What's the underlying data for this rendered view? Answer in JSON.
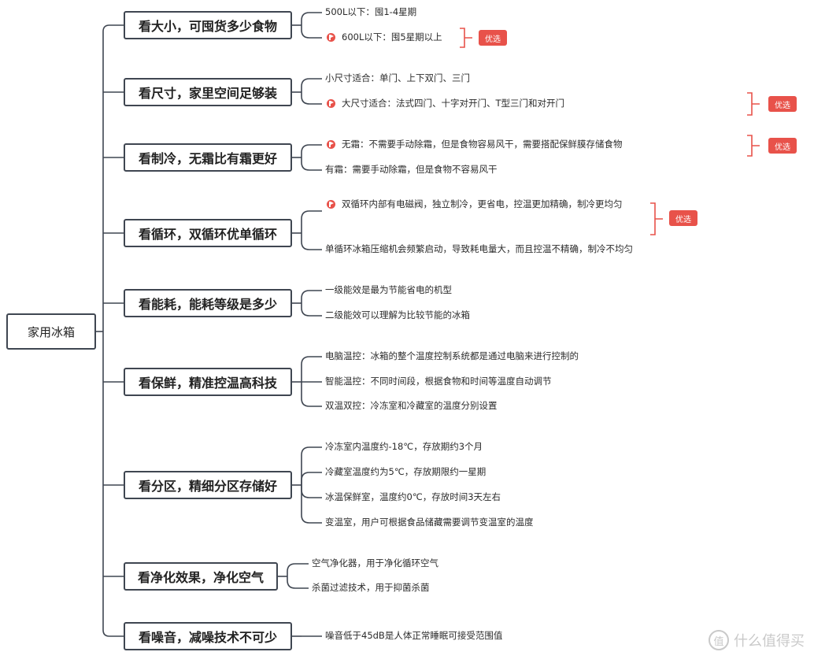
{
  "root": "家用冰箱",
  "branches": [
    {
      "label": "看大小，可囤货多少食物",
      "items": [
        {
          "text": "500L以下：囤1-4星期",
          "flag": false
        },
        {
          "text": "600L以下：囤5星期以上",
          "flag": true,
          "tag": "优选"
        }
      ]
    },
    {
      "label": "看尺寸，家里空间足够装",
      "items": [
        {
          "text": "小尺寸适合：单门、上下双门、三门",
          "flag": false
        },
        {
          "text": "大尺寸适合：法式四门、十字对开门、T型三门和对开门",
          "flag": true,
          "tag": "优选"
        }
      ]
    },
    {
      "label": "看制冷，无霜比有霜更好",
      "items": [
        {
          "text": "无霜：不需要手动除霜，但是食物容易风干，需要搭配保鲜膜存储食物",
          "flag": true,
          "tag": "优选"
        },
        {
          "text": "有霜：需要手动除霜，但是食物不容易风干",
          "flag": false
        }
      ]
    },
    {
      "label": "看循环，双循环优单循环",
      "items": [
        {
          "text": "双循环内部有电磁阀，独立制冷，更省电，控温更加精确，制冷更均匀",
          "flag": true,
          "tag": "优选"
        },
        {
          "text": "单循环冰箱压缩机会频繁启动，导致耗电量大，而且控温不精确，制冷不均匀",
          "flag": false
        }
      ]
    },
    {
      "label": "看能耗，能耗等级是多少",
      "items": [
        {
          "text": "一级能效是最为节能省电的机型",
          "flag": false
        },
        {
          "text": "二级能效可以理解为比较节能的冰箱",
          "flag": false
        }
      ]
    },
    {
      "label": "看保鲜，精准控温高科技",
      "items": [
        {
          "text": "电脑温控：冰箱的整个温度控制系统都是通过电脑来进行控制的",
          "flag": false
        },
        {
          "text": "智能温控：不同时间段，根据食物和时间等温度自动调节",
          "flag": false
        },
        {
          "text": "双温双控：冷冻室和冷藏室的温度分别设置",
          "flag": false
        }
      ]
    },
    {
      "label": "看分区，精细分区存储好",
      "items": [
        {
          "text": "冷冻室内温度约-18℃，存放期约3个月",
          "flag": false
        },
        {
          "text": "冷藏室温度约为5℃，存放期限约一星期",
          "flag": false
        },
        {
          "text": "冰温保鲜室，温度约0℃，存放时间3天左右",
          "flag": false
        },
        {
          "text": "变温室，用户可根据食品储藏需要调节变温室的温度",
          "flag": false
        }
      ]
    },
    {
      "label": "看净化效果，净化空气",
      "items": [
        {
          "text": "空气净化器，用于净化循环空气",
          "flag": false
        },
        {
          "text": "杀菌过滤技术，用于抑菌杀菌",
          "flag": false
        }
      ]
    },
    {
      "label": "看噪音，减噪技术不可少",
      "items": [
        {
          "text": "噪音低于45dB是人体正常睡眠可接受范围值",
          "flag": false
        }
      ]
    }
  ],
  "watermark": "什么值得买",
  "colors": {
    "line": "#3f4651",
    "tag": "#e8524a",
    "bracket": "#e8524a"
  }
}
